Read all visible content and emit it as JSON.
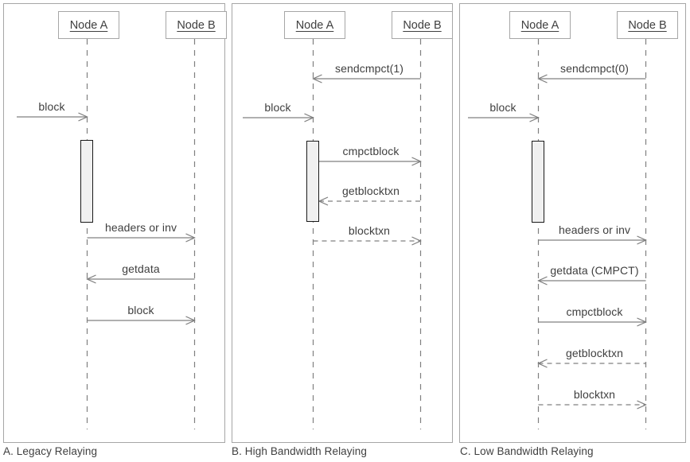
{
  "figure": {
    "type": "uml-sequence-diagram",
    "background": "#ffffff",
    "stroke_color": "#808080",
    "frame_color": "#a6a6a6",
    "text_color": "#3f3f3f",
    "activation_fill": "#f0f0f0",
    "activation_border": "#1a1a1a"
  },
  "panels": [
    {
      "id": "a",
      "caption": "A. Legacy Relaying",
      "participants": [
        {
          "name": "Node A",
          "role": "left"
        },
        {
          "name": "Node B",
          "role": "right"
        }
      ],
      "messages": [
        {
          "label": "block",
          "from": "external",
          "to": "Node A",
          "direction": "right",
          "style": "solid"
        },
        {
          "label": "headers or inv",
          "from": "Node A",
          "to": "Node B",
          "direction": "right",
          "style": "solid"
        },
        {
          "label": "getdata",
          "from": "Node B",
          "to": "Node A",
          "direction": "left",
          "style": "solid"
        },
        {
          "label": "block",
          "from": "Node A",
          "to": "Node B",
          "direction": "right",
          "style": "solid"
        }
      ],
      "activations": [
        {
          "on": "Node A"
        }
      ]
    },
    {
      "id": "b",
      "caption": "B. High Bandwidth Relaying",
      "participants": [
        {
          "name": "Node A",
          "role": "left"
        },
        {
          "name": "Node B",
          "role": "right"
        }
      ],
      "messages": [
        {
          "label": "sendcmpct(1)",
          "from": "Node B",
          "to": "Node A",
          "direction": "left",
          "style": "solid"
        },
        {
          "label": "block",
          "from": "external",
          "to": "Node A",
          "direction": "right",
          "style": "solid"
        },
        {
          "label": "cmpctblock",
          "from": "Node A",
          "to": "Node B",
          "direction": "right",
          "style": "solid"
        },
        {
          "label": "getblocktxn",
          "from": "Node B",
          "to": "Node A",
          "direction": "left",
          "style": "dashed"
        },
        {
          "label": "blocktxn",
          "from": "Node A",
          "to": "Node B",
          "direction": "right",
          "style": "dashed"
        }
      ],
      "activations": [
        {
          "on": "Node A"
        }
      ]
    },
    {
      "id": "c",
      "caption": "C. Low Bandwidth Relaying",
      "participants": [
        {
          "name": "Node A",
          "role": "left"
        },
        {
          "name": "Node B",
          "role": "right"
        }
      ],
      "messages": [
        {
          "label": "sendcmpct(0)",
          "from": "Node B",
          "to": "Node A",
          "direction": "left",
          "style": "solid"
        },
        {
          "label": "block",
          "from": "external",
          "to": "Node A",
          "direction": "right",
          "style": "solid"
        },
        {
          "label": "headers or inv",
          "from": "Node A",
          "to": "Node B",
          "direction": "right",
          "style": "solid"
        },
        {
          "label": "getdata (CMPCT)",
          "from": "Node B",
          "to": "Node A",
          "direction": "left",
          "style": "solid"
        },
        {
          "label": "cmpctblock",
          "from": "Node A",
          "to": "Node B",
          "direction": "right",
          "style": "solid"
        },
        {
          "label": "getblocktxn",
          "from": "Node B",
          "to": "Node A",
          "direction": "left",
          "style": "dashed"
        },
        {
          "label": "blocktxn",
          "from": "Node A",
          "to": "Node B",
          "direction": "right",
          "style": "dashed"
        }
      ],
      "activations": [
        {
          "on": "Node A"
        }
      ]
    }
  ]
}
